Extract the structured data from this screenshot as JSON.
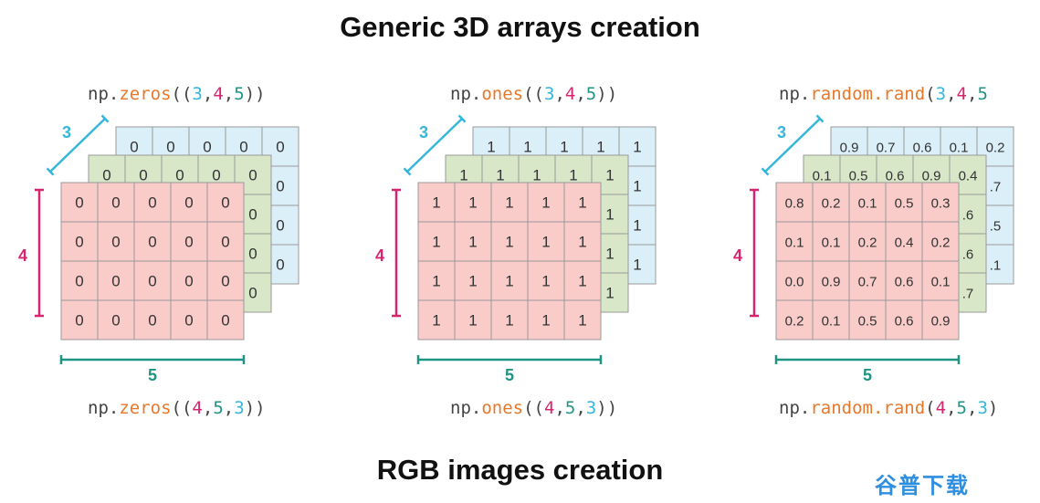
{
  "titles": {
    "top": "Generic 3D arrays creation",
    "bottom": "RGB images creation"
  },
  "colors": {
    "red_layer": "#f9cbc9",
    "green_layer": "#d7e7c8",
    "blue_layer": "#dbeff9",
    "grid_line": "#999999",
    "dim_3": "#36b6db",
    "dim_4": "#d6246e",
    "dim_5": "#1f9484",
    "function": "#e8772a",
    "code_text": "#444444"
  },
  "dim_labels": {
    "depth": "3",
    "rows": "4",
    "cols": "5"
  },
  "panels": [
    {
      "id": "zeros",
      "code_top": [
        {
          "t": "np.",
          "c": "base"
        },
        {
          "t": "zeros",
          "c": "fn"
        },
        {
          "t": "((",
          "c": "base"
        },
        {
          "t": "3",
          "c": "c3"
        },
        {
          "t": ",",
          "c": "base"
        },
        {
          "t": "4",
          "c": "c4"
        },
        {
          "t": ",",
          "c": "base"
        },
        {
          "t": "5",
          "c": "c5"
        },
        {
          "t": "))",
          "c": "base"
        }
      ],
      "code_bottom": [
        {
          "t": "np.",
          "c": "base"
        },
        {
          "t": "zeros",
          "c": "fn"
        },
        {
          "t": "((",
          "c": "base"
        },
        {
          "t": "4",
          "c": "c4"
        },
        {
          "t": ",",
          "c": "base"
        },
        {
          "t": "5",
          "c": "c5"
        },
        {
          "t": ",",
          "c": "base"
        },
        {
          "t": "3",
          "c": "c3"
        },
        {
          "t": "))",
          "c": "base"
        }
      ],
      "layers": {
        "blue": [
          [
            "0",
            "0",
            "0",
            "0",
            "0"
          ],
          [
            "",
            "",
            "",
            "",
            "0"
          ],
          [
            "",
            "",
            "",
            "",
            "0"
          ],
          [
            "",
            "",
            "",
            "",
            "0"
          ]
        ],
        "green": [
          [
            "0",
            "0",
            "0",
            "0",
            "0"
          ],
          [
            "",
            "",
            "",
            "",
            "0"
          ],
          [
            "",
            "",
            "",
            "",
            "0"
          ],
          [
            "",
            "",
            "",
            "",
            "0"
          ]
        ],
        "red": [
          [
            "0",
            "0",
            "0",
            "0",
            "0"
          ],
          [
            "0",
            "0",
            "0",
            "0",
            "0"
          ],
          [
            "0",
            "0",
            "0",
            "0",
            "0"
          ],
          [
            "0",
            "0",
            "0",
            "0",
            "0"
          ]
        ]
      }
    },
    {
      "id": "ones",
      "code_top": [
        {
          "t": "np.",
          "c": "base"
        },
        {
          "t": "ones",
          "c": "fn"
        },
        {
          "t": "((",
          "c": "base"
        },
        {
          "t": "3",
          "c": "c3"
        },
        {
          "t": ",",
          "c": "base"
        },
        {
          "t": "4",
          "c": "c4"
        },
        {
          "t": ",",
          "c": "base"
        },
        {
          "t": "5",
          "c": "c5"
        },
        {
          "t": "))",
          "c": "base"
        }
      ],
      "code_bottom": [
        {
          "t": "np.",
          "c": "base"
        },
        {
          "t": "ones",
          "c": "fn"
        },
        {
          "t": "((",
          "c": "base"
        },
        {
          "t": "4",
          "c": "c4"
        },
        {
          "t": ",",
          "c": "base"
        },
        {
          "t": "5",
          "c": "c5"
        },
        {
          "t": ",",
          "c": "base"
        },
        {
          "t": "3",
          "c": "c3"
        },
        {
          "t": "))",
          "c": "base"
        }
      ],
      "layers": {
        "blue": [
          [
            "1",
            "1",
            "1",
            "1",
            "1"
          ],
          [
            "",
            "",
            "",
            "",
            "1"
          ],
          [
            "",
            "",
            "",
            "",
            "1"
          ],
          [
            "",
            "",
            "",
            "",
            "1"
          ]
        ],
        "green": [
          [
            "1",
            "1",
            "1",
            "1",
            "1"
          ],
          [
            "",
            "",
            "",
            "",
            "1"
          ],
          [
            "",
            "",
            "",
            "",
            "1"
          ],
          [
            "",
            "",
            "",
            "",
            "1"
          ]
        ],
        "red": [
          [
            "1",
            "1",
            "1",
            "1",
            "1"
          ],
          [
            "1",
            "1",
            "1",
            "1",
            "1"
          ],
          [
            "1",
            "1",
            "1",
            "1",
            "1"
          ],
          [
            "1",
            "1",
            "1",
            "1",
            "1"
          ]
        ]
      }
    },
    {
      "id": "random",
      "code_top": [
        {
          "t": "np.",
          "c": "base"
        },
        {
          "t": "random.rand",
          "c": "fn"
        },
        {
          "t": "(",
          "c": "base"
        },
        {
          "t": "3",
          "c": "c3"
        },
        {
          "t": ",",
          "c": "base"
        },
        {
          "t": "4",
          "c": "c4"
        },
        {
          "t": ",",
          "c": "base"
        },
        {
          "t": "5",
          "c": "c5"
        }
      ],
      "code_bottom": [
        {
          "t": "np.",
          "c": "base"
        },
        {
          "t": "random.rand",
          "c": "fn"
        },
        {
          "t": "(",
          "c": "base"
        },
        {
          "t": "4",
          "c": "c4"
        },
        {
          "t": ",",
          "c": "base"
        },
        {
          "t": "5",
          "c": "c5"
        },
        {
          "t": ",",
          "c": "base"
        },
        {
          "t": "3",
          "c": "c3"
        },
        {
          "t": ")",
          "c": "base"
        }
      ],
      "layers": {
        "blue": [
          [
            "0.9",
            "0.7",
            "0.6",
            "0.1",
            "0.2"
          ],
          [
            "",
            "",
            "",
            "",
            ".7"
          ],
          [
            "",
            "",
            "",
            "",
            ".5"
          ],
          [
            "",
            "",
            "",
            "",
            ".1"
          ]
        ],
        "green": [
          [
            "0.1",
            "0.5",
            "0.6",
            "0.9",
            "0.4"
          ],
          [
            "",
            "",
            "",
            "",
            ".6"
          ],
          [
            "",
            "",
            "",
            "",
            ".6"
          ],
          [
            "",
            "",
            "",
            "",
            ".7"
          ]
        ],
        "red": [
          [
            "0.8",
            "0.2",
            "0.1",
            "0.5",
            "0.3"
          ],
          [
            "0.1",
            "0.1",
            "0.2",
            "0.4",
            "0.2"
          ],
          [
            "0.0",
            "0.9",
            "0.7",
            "0.6",
            "0.1"
          ],
          [
            "0.2",
            "0.1",
            "0.5",
            "0.6",
            "0.9"
          ]
        ]
      }
    }
  ],
  "watermark": "谷普下载"
}
